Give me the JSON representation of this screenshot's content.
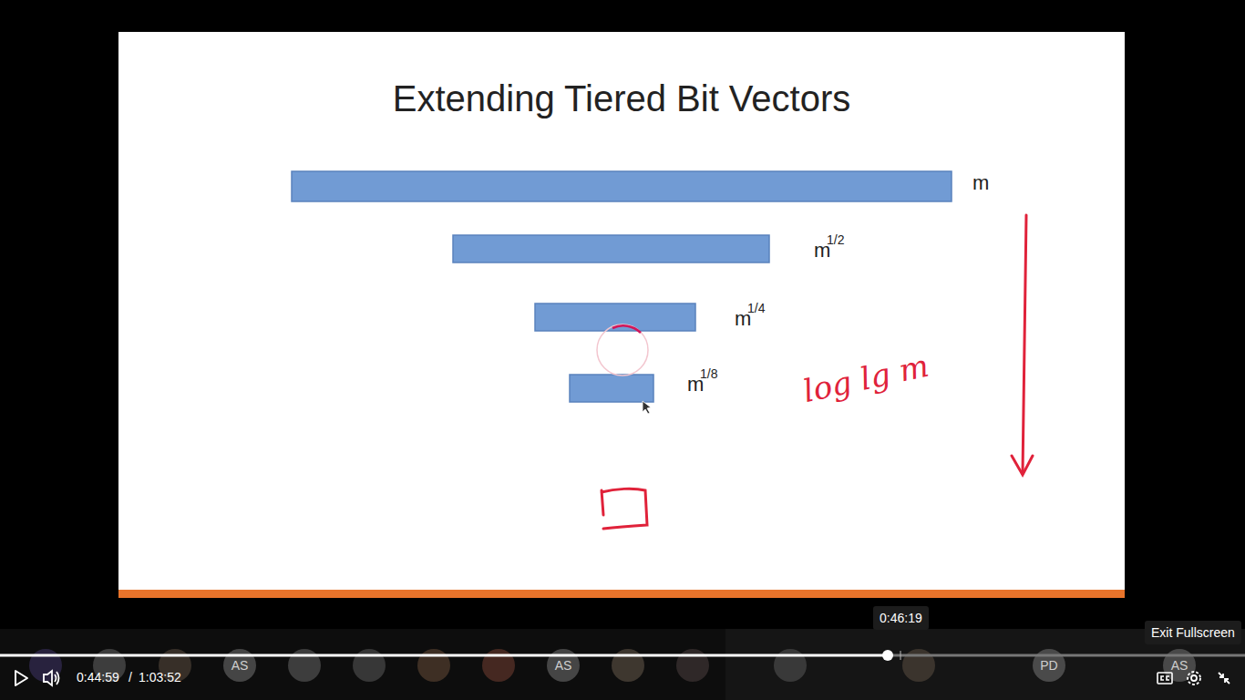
{
  "diagram": {
    "title": "Extending Tiered Bit Vectors",
    "labels": [
      "m",
      "m",
      "1/2",
      "m",
      "1/4",
      "m",
      "1/8",
      "log lg m",
      "0:46:19",
      "0:44:59",
      "/",
      "1:03:52",
      "Exit Fullscreen",
      "AS",
      "AS",
      "PD",
      "AS"
    ]
  }
}
